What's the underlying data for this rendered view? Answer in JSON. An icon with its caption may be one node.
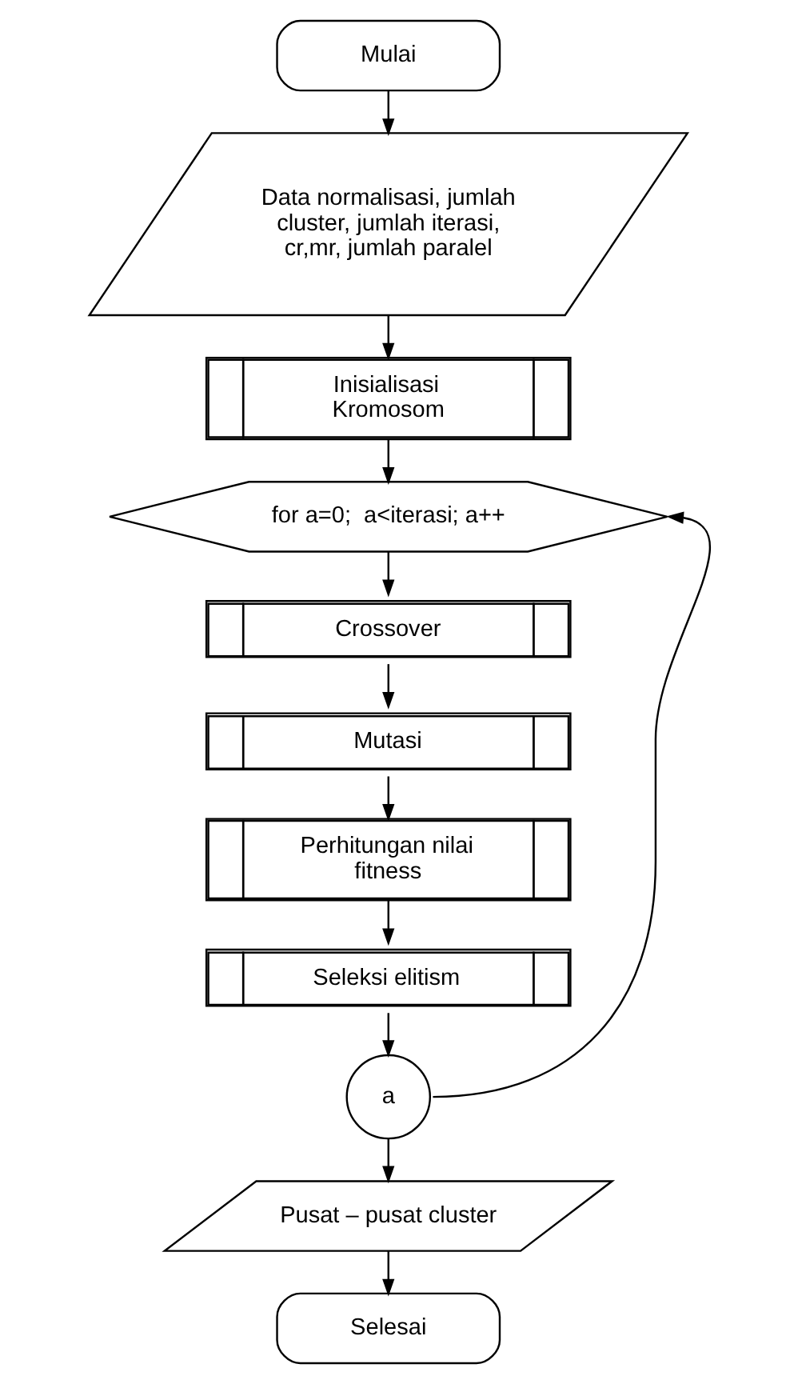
{
  "diagram": {
    "nodes": [
      {
        "text": [
          "Mulai"
        ]
      },
      {
        "text": [
          "Data normalisasi, jumlah cluster, jumlah iterasi, cr,mr, jumlah paralel"
        ]
      },
      {
        "text": [
          "Inisialisasi Kromosom"
        ]
      },
      {
        "text": [
          "for a=0;  a<iterasi; a++"
        ]
      },
      {
        "text": [
          "Crossover"
        ]
      },
      {
        "text": [
          "Mutasi"
        ]
      },
      {
        "text": [
          "Perhitungan nilai fitness"
        ]
      },
      {
        "text": [
          "Seleksi elitism"
        ]
      },
      {
        "text": [
          "a"
        ]
      },
      {
        "text": [
          "Pusat – pusat cluster"
        ]
      },
      {
        "text": [
          "Selesai"
        ]
      }
    ],
    "edges": [
      {
        "from": 0,
        "to": 1,
        "arrow": "to"
      },
      {
        "from": 1,
        "to": 2,
        "arrow": "to"
      },
      {
        "from": 2,
        "to": 3,
        "arrow": "to"
      },
      {
        "from": 3,
        "to": 4,
        "arrow": "to"
      },
      {
        "from": 4,
        "to": 5,
        "arrow": "to"
      },
      {
        "from": 5,
        "to": 6,
        "arrow": "to"
      },
      {
        "from": 6,
        "to": 7,
        "arrow": "to"
      },
      {
        "from": 7,
        "to": 8,
        "arrow": "to"
      },
      {
        "from": 8,
        "to": 3,
        "arrow": "to"
      },
      {
        "from": 8,
        "to": 9,
        "arrow": "to"
      },
      {
        "from": 9,
        "to": 10,
        "arrow": "to"
      }
    ]
  }
}
